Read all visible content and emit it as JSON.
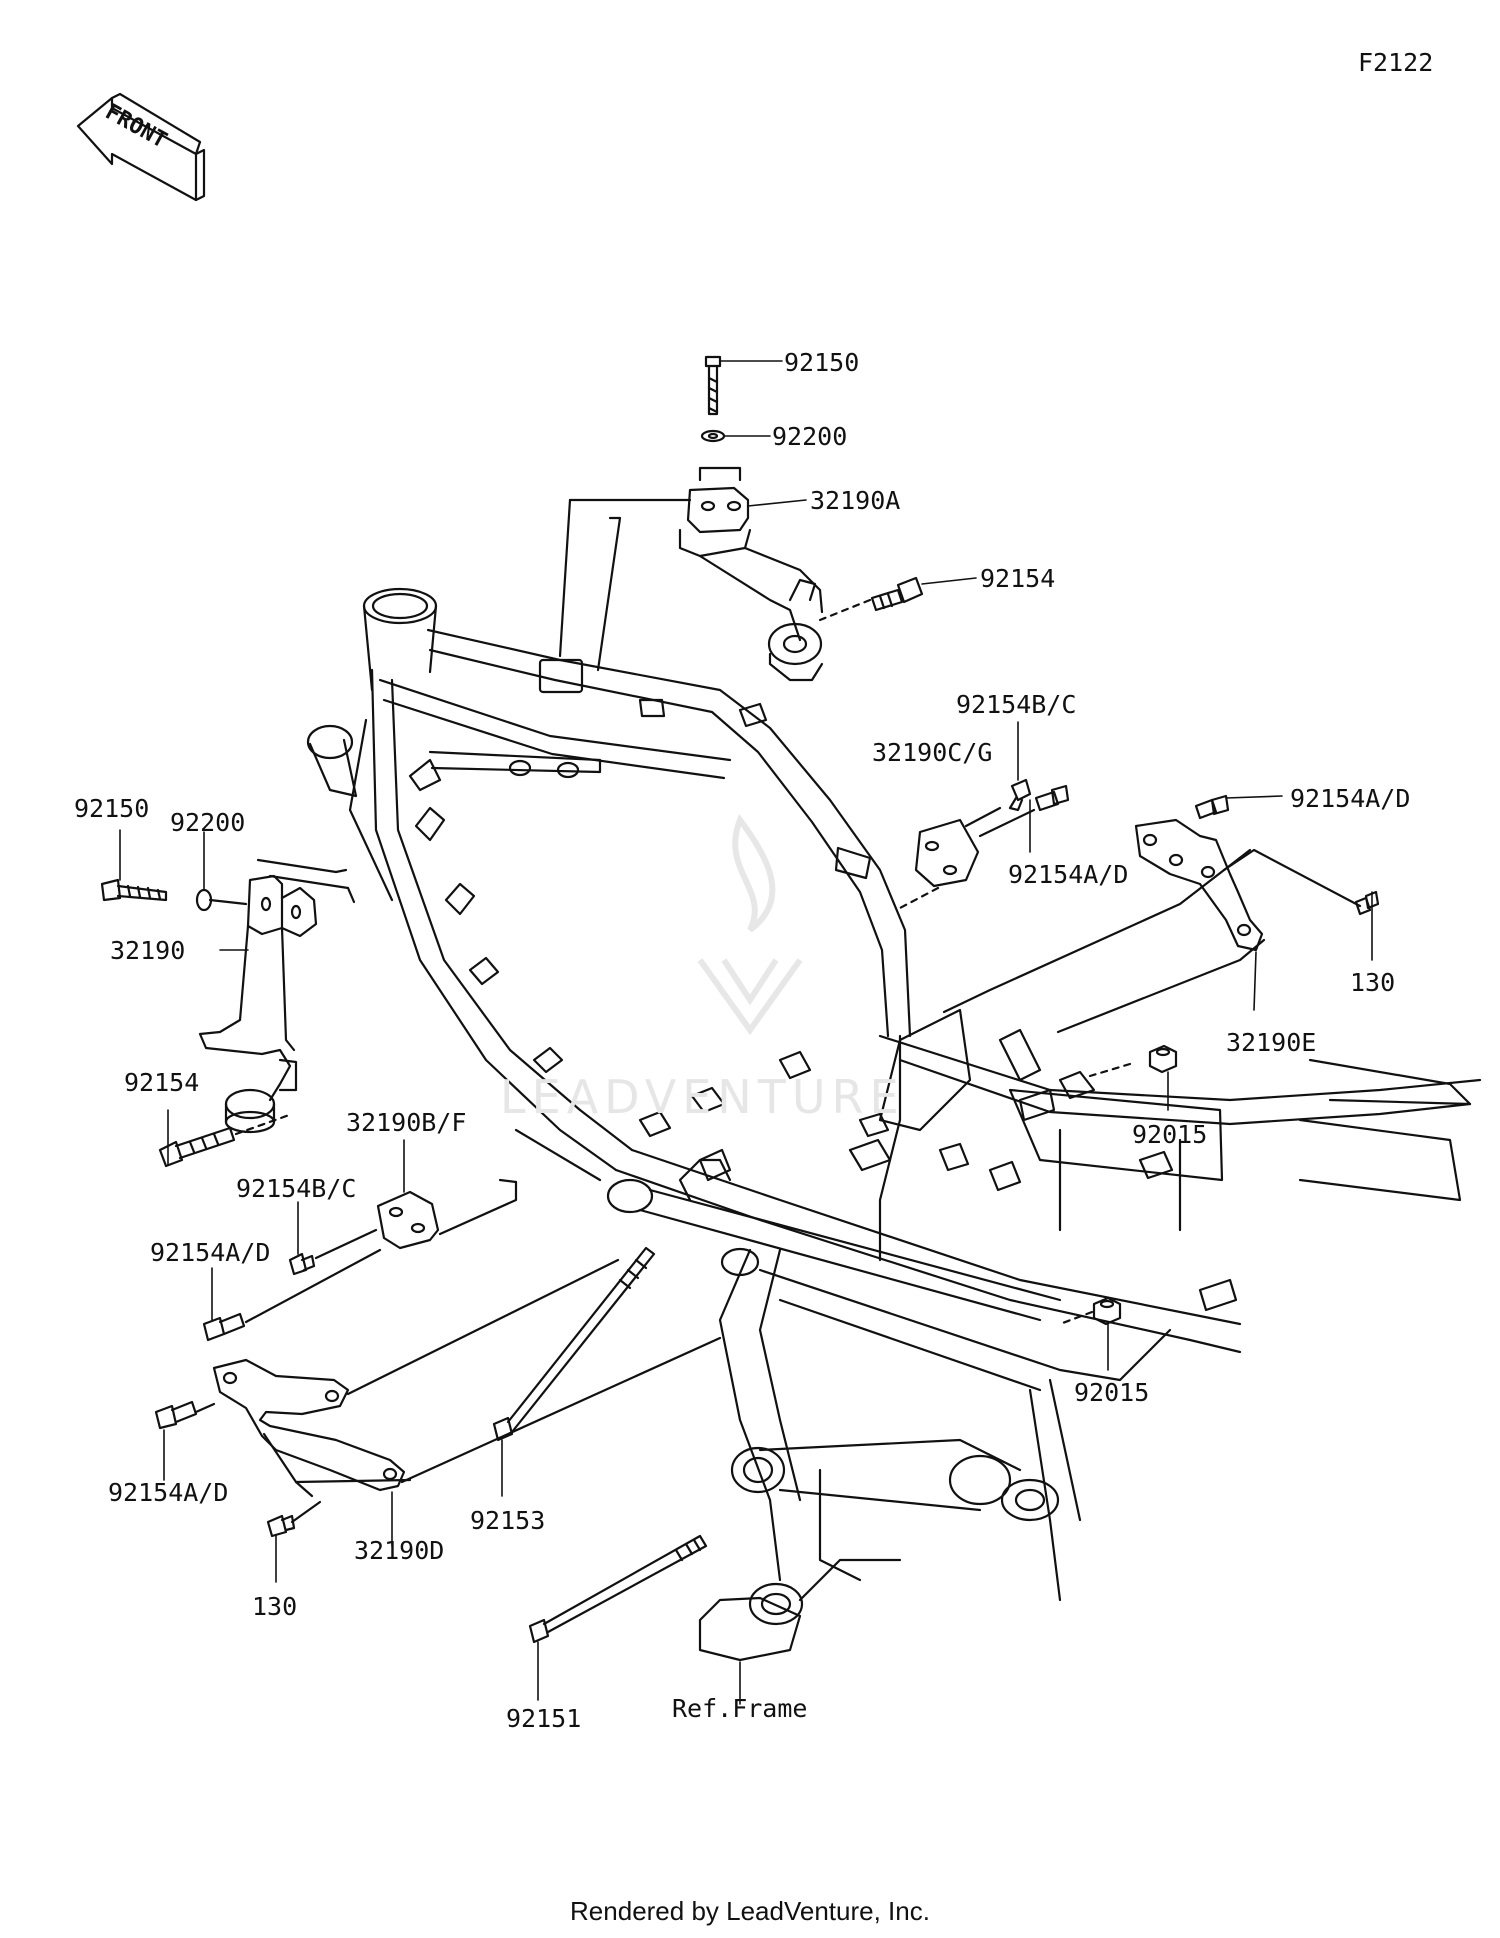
{
  "diagram_code": "F2122",
  "front_arrow_label": "FRONT",
  "footer": "Rendered by LeadVenture, Inc.",
  "watermark": "LEADVENTURE",
  "reference_label": "Ref.Frame",
  "parts": [
    {
      "id": "p1",
      "number": "92150"
    },
    {
      "id": "p2",
      "number": "92200"
    },
    {
      "id": "p3",
      "number": "32190A"
    },
    {
      "id": "p4",
      "number": "92154"
    },
    {
      "id": "p5",
      "number": "92154B/C"
    },
    {
      "id": "p6",
      "number": "32190C/G"
    },
    {
      "id": "p7",
      "number": "92154A/D"
    },
    {
      "id": "p8",
      "number": "92154A/D"
    },
    {
      "id": "p9",
      "number": "130"
    },
    {
      "id": "p10",
      "number": "32190E"
    },
    {
      "id": "p11",
      "number": "92015"
    },
    {
      "id": "p12",
      "number": "92150"
    },
    {
      "id": "p13",
      "number": "92200"
    },
    {
      "id": "p14",
      "number": "32190"
    },
    {
      "id": "p15",
      "number": "92154"
    },
    {
      "id": "p16",
      "number": "32190B/F"
    },
    {
      "id": "p17",
      "number": "92154B/C"
    },
    {
      "id": "p18",
      "number": "92154A/D"
    },
    {
      "id": "p19",
      "number": "92154A/D"
    },
    {
      "id": "p20",
      "number": "130"
    },
    {
      "id": "p21",
      "number": "32190D"
    },
    {
      "id": "p22",
      "number": "92153"
    },
    {
      "id": "p23",
      "number": "92015"
    },
    {
      "id": "p24",
      "number": "92151"
    }
  ]
}
